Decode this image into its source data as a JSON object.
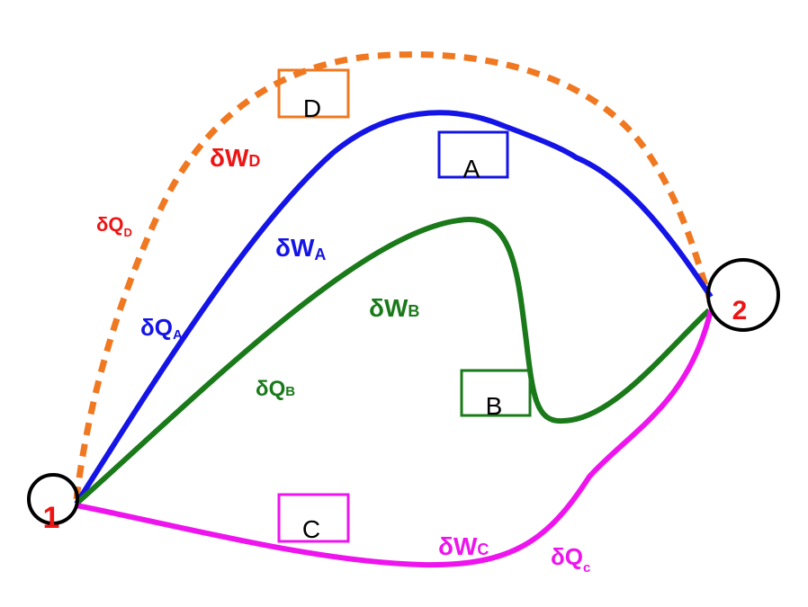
{
  "diagram": {
    "states": [
      {
        "id": "1",
        "label": "1"
      },
      {
        "id": "2",
        "label": "2"
      }
    ],
    "paths": [
      {
        "id": "D",
        "box_label": "D",
        "work": {
          "delta": "δ",
          "main": "W",
          "sub": "D"
        },
        "heat": {
          "delta": "δ",
          "main": "Q",
          "sub": "D"
        },
        "color": "#f07820",
        "style": "dashed"
      },
      {
        "id": "A",
        "box_label": "A",
        "work": {
          "delta": "δ",
          "main": "W",
          "sub": "A"
        },
        "heat": {
          "delta": "δ",
          "main": "Q",
          "sub": "A"
        },
        "color": "#1414e6",
        "style": "solid"
      },
      {
        "id": "B",
        "box_label": "B",
        "work": {
          "delta": "δ",
          "main": "W",
          "sub": "B"
        },
        "heat": {
          "delta": "δ",
          "main": "Q",
          "sub": "B"
        },
        "color": "#1a7a1a",
        "style": "solid"
      },
      {
        "id": "C",
        "box_label": "C",
        "work": {
          "delta": "δ",
          "main": "W",
          "sub": "C"
        },
        "heat": {
          "delta": "δ",
          "main": "Q",
          "sub": "c"
        },
        "color": "#ee14ee",
        "style": "solid"
      }
    ],
    "state_label_color": "#ee1414",
    "work_label_color_D": "#ee1414",
    "heat_label_color_D": "#ee1414"
  }
}
